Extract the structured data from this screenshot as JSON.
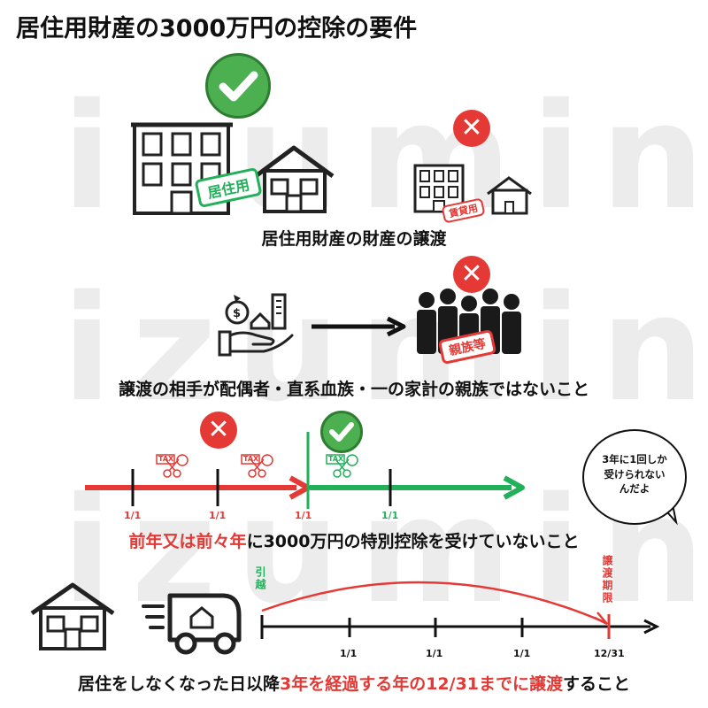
{
  "title": "居住用財産の3000万円の控除の要件",
  "watermark": "izumin",
  "section1": {
    "stamp_ok": "居住用",
    "stamp_ng": "賃貸用",
    "caption": "居住用財産の財産の譲渡"
  },
  "section2": {
    "stamp_ng": "親族等",
    "caption": "譲渡の相手が配偶者・直系血族・一の家計の親族ではないこと"
  },
  "section3": {
    "ticks": [
      "1/1",
      "1/1",
      "1/1",
      "1/1"
    ],
    "tax_label": "TAX",
    "bubble_line1": "3年に1回しか",
    "bubble_line2": "受けられない",
    "bubble_line3": "んだよ",
    "caption_red": "前年又は前々年",
    "caption_black": "に3000万円の特別控除を受けていないこと"
  },
  "section4": {
    "move_label": "引越",
    "deadline_label": "譲渡期限",
    "ticks": [
      "1/1",
      "1/1",
      "1/1",
      "12/31"
    ],
    "caption_black1": "居住をしなくなった日以降",
    "caption_red": "3年を経過する年の12/31までに譲渡",
    "caption_black2": "すること"
  },
  "colors": {
    "red": "#e53935",
    "green": "#22b05a",
    "ok_badge": "#4caf50",
    "watermark": "#ececec"
  },
  "icons": [
    "check-icon",
    "cross-icon",
    "building-icon",
    "house-icon",
    "money-bag-icon",
    "hand-icon",
    "arrow-right-icon",
    "family-group-icon",
    "tax-scissors-icon",
    "truck-icon"
  ]
}
